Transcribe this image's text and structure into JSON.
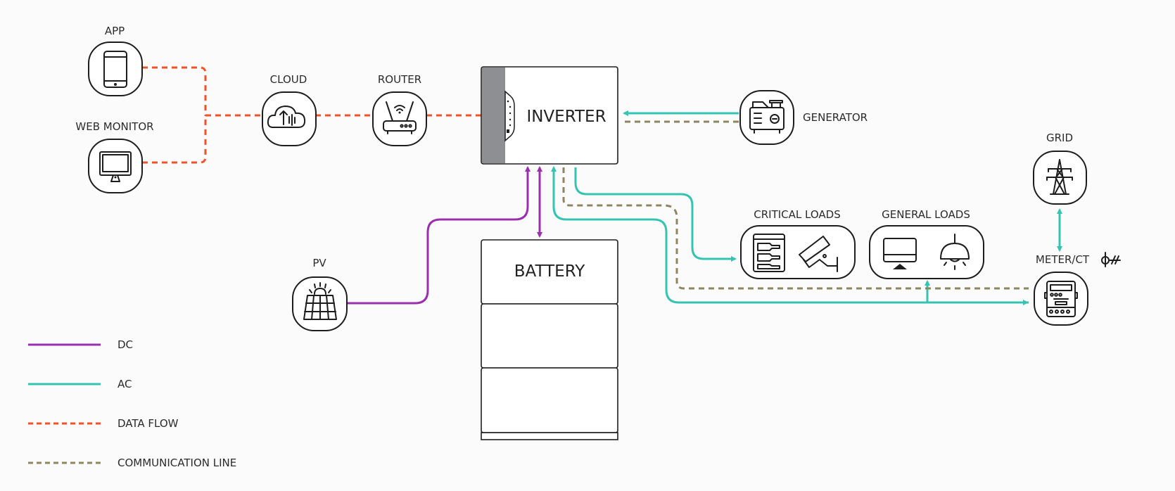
{
  "diagram": {
    "title": "Hybrid inverter system diagram",
    "nodes": {
      "app": {
        "label": "APP",
        "icon": "smartphone-icon"
      },
      "web_monitor": {
        "label": "WEB MONITOR",
        "icon": "desktop-monitor-icon"
      },
      "cloud": {
        "label": "CLOUD",
        "icon": "cloud-upload-icon"
      },
      "router": {
        "label": "ROUTER",
        "icon": "wifi-router-icon"
      },
      "inverter": {
        "label": "INVERTER",
        "icon": "inverter-panel-icon"
      },
      "generator": {
        "label": "GENERATOR",
        "icon": "generator-icon"
      },
      "grid": {
        "label": "GRID",
        "icon": "transmission-tower-icon"
      },
      "critical_loads": {
        "label": "CRITICAL LOADS",
        "icons": [
          "refrigerator-icon",
          "security-camera-icon"
        ]
      },
      "general_loads": {
        "label": "GENERAL LOADS",
        "icons": [
          "computer-monitor-icon",
          "ceiling-lamp-icon"
        ]
      },
      "meter_ct": {
        "label": "METER/CT",
        "icon": "electric-meter-icon",
        "extra_icon": "current-transformer-icon"
      },
      "pv": {
        "label": "PV",
        "icon": "solar-panel-icon"
      },
      "battery": {
        "label": "BATTERY",
        "modules": 3
      }
    },
    "connections": [
      {
        "from": "app",
        "to": "cloud",
        "type": "data_flow"
      },
      {
        "from": "web_monitor",
        "to": "cloud",
        "type": "data_flow"
      },
      {
        "from": "cloud",
        "to": "router",
        "type": "data_flow"
      },
      {
        "from": "router",
        "to": "inverter",
        "type": "data_flow"
      },
      {
        "from": "generator",
        "to": "inverter",
        "type": "ac"
      },
      {
        "from": "generator",
        "to": "inverter",
        "type": "communication"
      },
      {
        "from": "pv",
        "to": "inverter",
        "type": "dc"
      },
      {
        "from": "inverter",
        "to": "battery",
        "type": "dc",
        "bidirectional": true
      },
      {
        "from": "inverter",
        "to": "critical_loads",
        "type": "ac"
      },
      {
        "from": "inverter",
        "to": "meter_ct",
        "type": "communication"
      },
      {
        "from": "meter_ct",
        "to": "inverter",
        "type": "ac"
      },
      {
        "from": "meter_ct",
        "to": "general_loads",
        "type": "ac"
      },
      {
        "from": "grid",
        "to": "meter_ct",
        "type": "ac",
        "bidirectional": true
      }
    ]
  },
  "legend": {
    "items": [
      {
        "label": "DC",
        "style": "solid",
        "color": "#9b2fae"
      },
      {
        "label": "AC",
        "style": "solid",
        "color": "#36c4b2"
      },
      {
        "label": "DATA FLOW",
        "style": "dashed",
        "color": "#f0532a"
      },
      {
        "label": "COMMUNICATION LINE",
        "style": "dashed",
        "color": "#8d8661"
      }
    ]
  },
  "colors": {
    "dc": "#9b2fae",
    "ac": "#36c4b2",
    "data_flow": "#f0532a",
    "communication": "#8d8661",
    "inverter_panel": "#8e8f93"
  }
}
